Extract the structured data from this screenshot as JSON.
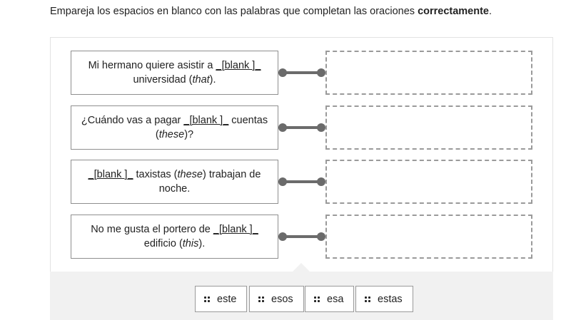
{
  "instruction": {
    "prefix": "Empareja los espacios en blanco con las palabras que completan las oraciones ",
    "bold": "correctamente",
    "suffix": "."
  },
  "prompts": [
    {
      "before": "Mi hermano quiere asistir a ",
      "blank": "_[blank ]_",
      "after": " universidad (",
      "hint": "that",
      "end": ")."
    },
    {
      "before": "¿Cuándo vas a pagar ",
      "blank": "_[blank ]_",
      "after": " cuentas (",
      "hint": "these",
      "end": ")?"
    },
    {
      "before": "",
      "blank": "_[blank ]_",
      "after": " taxistas (",
      "hint": "these",
      "end": ") trabajan de noche."
    },
    {
      "before": "No me gusta el portero de ",
      "blank": "_[blank ]_",
      "after": " edificio (",
      "hint": "this",
      "end": ")."
    }
  ],
  "choices": [
    "este",
    "esos",
    "esa",
    "estas"
  ]
}
